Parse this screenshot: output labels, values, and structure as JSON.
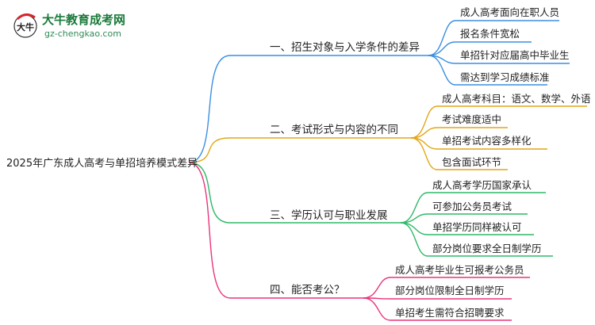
{
  "logo": {
    "mark": "大牛",
    "title": "大牛教育成考网",
    "url": "gz-chengkao.com"
  },
  "root": {
    "label": "2025年广东成人高考与单招培养模式差异"
  },
  "colors": {
    "branch_0": "#3b8fe0",
    "branch_1": "#e3a617",
    "branch_2": "#2fb868",
    "branch_3": "#e8347a"
  },
  "branches": [
    {
      "label": "一、招生对象与入学条件的差异",
      "leaves": [
        "成人高考面向在职人员",
        "报名条件宽松",
        "单招针对应届高中毕业生",
        "需达到学习成绩标准"
      ]
    },
    {
      "label": "二、考试形式与内容的不同",
      "leaves": [
        "成人高考科目：语文、数学、外语",
        "考试难度适中",
        "单招考试内容多样化",
        "包含面试环节"
      ]
    },
    {
      "label": "三、学历认可与职业发展",
      "leaves": [
        "成人高考学历国家承认",
        "可参加公务员考试",
        "单招学历同样被认可",
        "部分岗位要求全日制学历"
      ]
    },
    {
      "label": "四、能否考公？",
      "leaves": [
        "成人高考毕业生可报考公务员",
        "部分岗位限制全日制学历",
        "单招考生需符合招聘要求"
      ]
    }
  ]
}
